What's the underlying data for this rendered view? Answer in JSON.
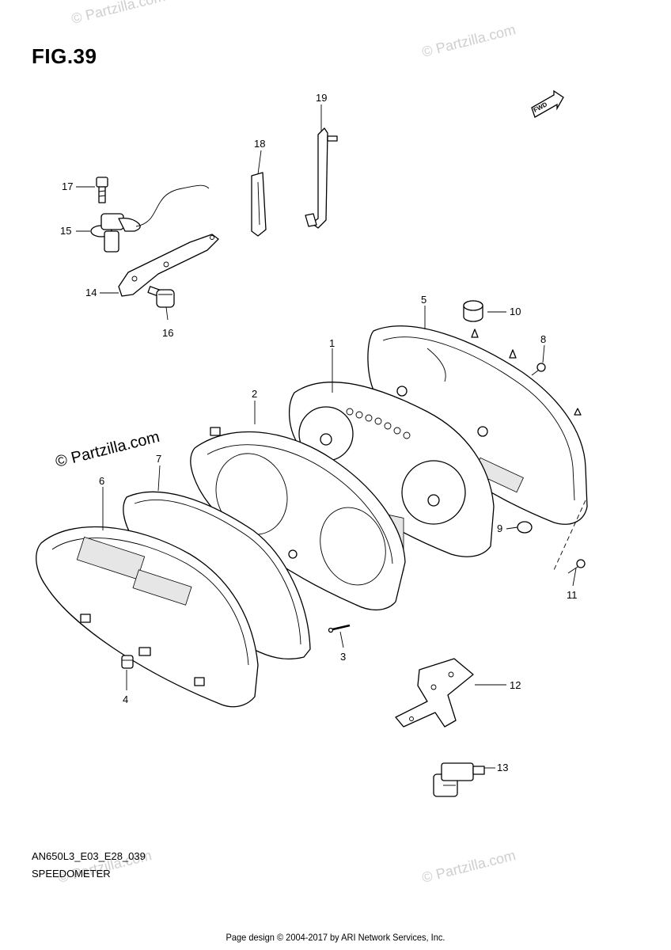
{
  "figure": {
    "title": "FIG.39"
  },
  "footer": {
    "model_code": "AN650L3_E03_E28_039",
    "section_name": "SPEEDOMETER",
    "credit": "Page design © 2004-2017 by ARI Network Services, Inc."
  },
  "watermark": {
    "text": "© Partzilla.com"
  },
  "fwd_label": "FWD",
  "callouts": {
    "c1": "1",
    "c2": "2",
    "c3": "3",
    "c4": "4",
    "c5": "5",
    "c6": "6",
    "c7": "7",
    "c8": "8",
    "c9": "9",
    "c10": "10",
    "c11": "11",
    "c12": "12",
    "c13": "13",
    "c14": "14",
    "c15": "15",
    "c16": "16",
    "c17": "17",
    "c18": "18",
    "c19": "19"
  }
}
